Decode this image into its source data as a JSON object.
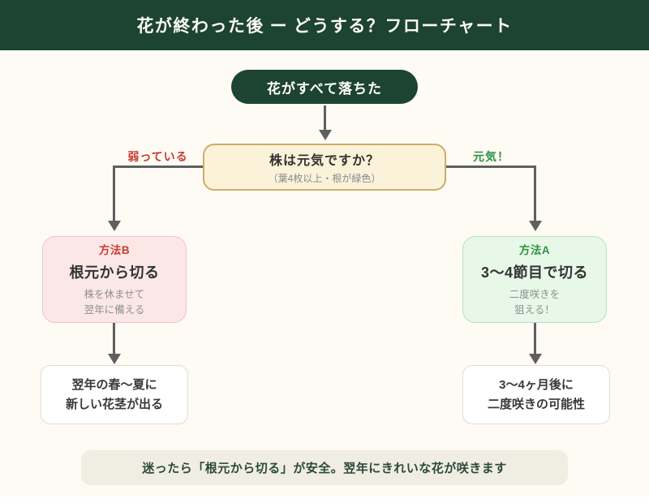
{
  "colors": {
    "header_bg": "#1d4332",
    "page_bg": "#fdfbf4",
    "start_node_bg": "#1d4332",
    "decision_bg": "#faf3da",
    "decision_border": "#d0ac66",
    "method_b_bg": "#fce7e7",
    "method_b_border": "#f2c3c9",
    "method_a_bg": "#e7f8e9",
    "method_a_border": "#b7e2bc",
    "accent_red": "#c43d32",
    "accent_green": "#2f9242",
    "connector_gray": "#5f5f5f",
    "footnote_bg": "#f0ede3",
    "footnote_text": "#2b4a3a"
  },
  "header": {
    "title": "花が終わった後 ー どうする？フローチャート"
  },
  "flowchart": {
    "start": {
      "label": "花がすべて落ちた"
    },
    "decision": {
      "question": "株は元気ですか？",
      "condition": "（葉4枚以上・根が緑色）"
    },
    "branch_left": {
      "label": "弱っている"
    },
    "branch_right": {
      "label": "元気！"
    },
    "method_b": {
      "tag": "方法B",
      "title": "根元から切る",
      "note_line1": "株を休ませて",
      "note_line2": "翌年に備える"
    },
    "method_a": {
      "tag": "方法A",
      "title": "3〜4節目で切る",
      "note_line1": "二度咲きを",
      "note_line2": "狙える！"
    },
    "outcome_left": {
      "line1": "翌年の春〜夏に",
      "line2": "新しい花茎が出る"
    },
    "outcome_right": {
      "line1": "3〜4ヶ月後に",
      "line2": "二度咲きの可能性"
    },
    "footnote": "迷ったら「根元から切る」が安全。翌年にきれいな花が咲きます"
  }
}
